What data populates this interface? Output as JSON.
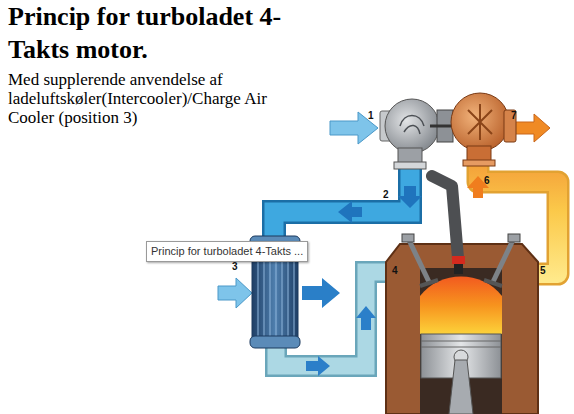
{
  "diagram": {
    "title": "Princip for turboladet 4-Takts motor.",
    "nodes": [
      {
        "text": [
          "Princip for turboladet 4-Takts ..."
        ]
      }
    ],
    "labels": [
      "Med supplerende anvendelse af ladeluftskøler(Intercooler)/Charge Air Cooler (position 3)",
      "1",
      "2",
      "3",
      "4",
      "5",
      "6",
      "7"
    ]
  }
}
